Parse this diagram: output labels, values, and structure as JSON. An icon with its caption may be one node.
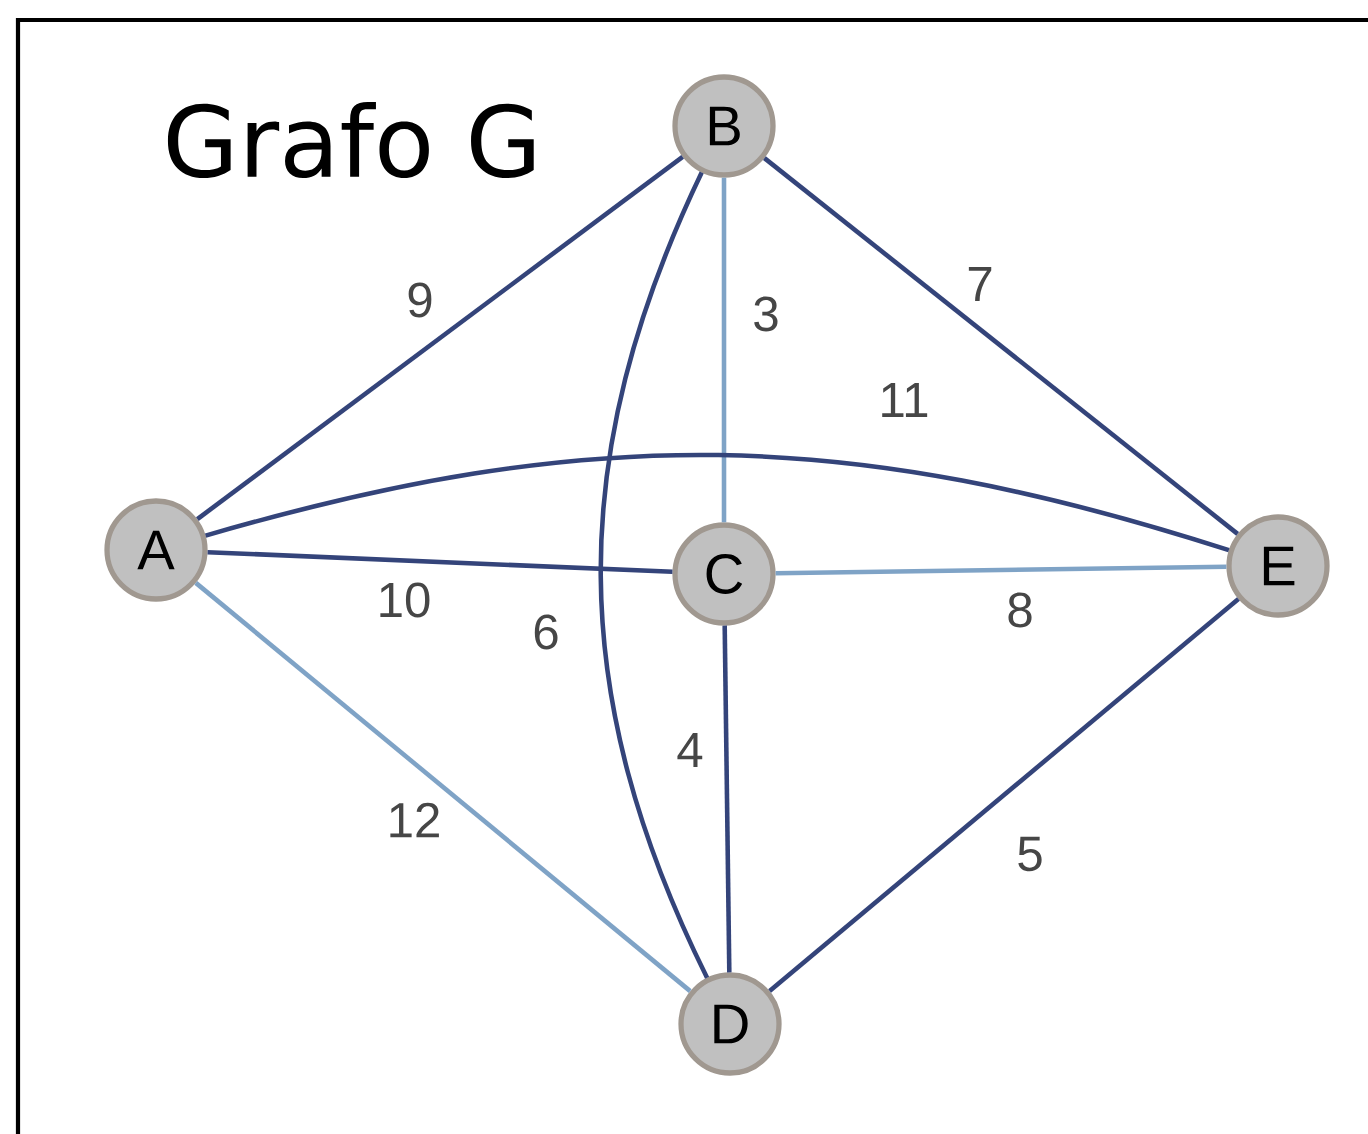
{
  "diagram": {
    "title": "Grafo G",
    "nodes": [
      {
        "text": [
          "A"
        ]
      },
      {
        "text": [
          "B"
        ]
      },
      {
        "text": [
          "C"
        ]
      },
      {
        "text": [
          "D"
        ]
      },
      {
        "text": [
          "E"
        ]
      }
    ],
    "edges": [
      {
        "from": 0,
        "to": 1,
        "arrow": "none",
        "label": "9"
      },
      {
        "from": 1,
        "to": 2,
        "arrow": "none",
        "label": "3",
        "color": "#7fa3c6"
      },
      {
        "from": 1,
        "to": 4,
        "arrow": "none",
        "label": "7"
      },
      {
        "from": 0,
        "to": 4,
        "arrow": "none",
        "label": "11"
      },
      {
        "from": 0,
        "to": 2,
        "arrow": "none",
        "label": "10"
      },
      {
        "from": 1,
        "to": 3,
        "arrow": "none",
        "label": "6"
      },
      {
        "from": 2,
        "to": 4,
        "arrow": "none",
        "label": "8",
        "color": "#7fa3c6"
      },
      {
        "from": 2,
        "to": 3,
        "arrow": "none",
        "label": "4"
      },
      {
        "from": 0,
        "to": 3,
        "arrow": "none",
        "label": "12",
        "color": "#7fa3c6"
      },
      {
        "from": 3,
        "to": 4,
        "arrow": "none",
        "label": "5"
      }
    ]
  }
}
